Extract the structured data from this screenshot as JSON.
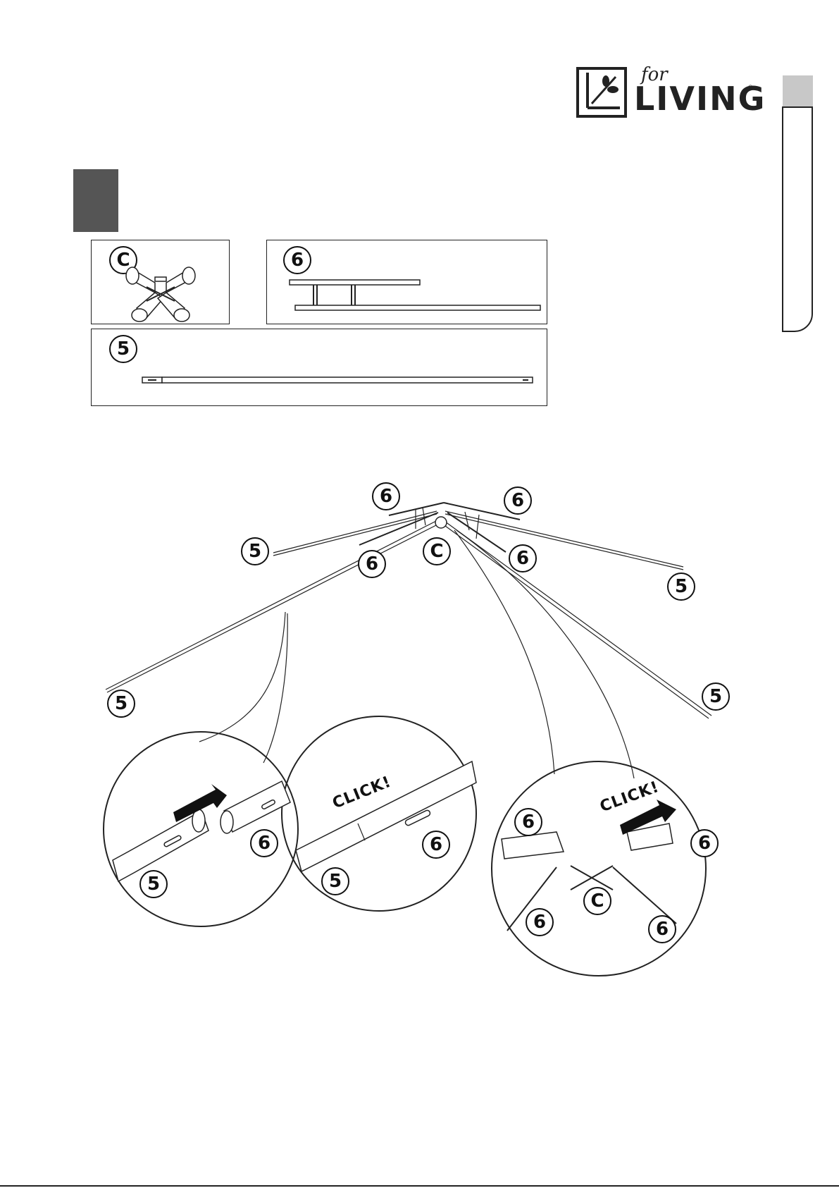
{
  "logo": {
    "word": "LIVING",
    "small": "for",
    "mark": "®"
  },
  "parts": {
    "connector": "C",
    "pole_short": "6",
    "pole_long": "5"
  },
  "overview_labels": [
    "6",
    "6",
    "5",
    "6",
    "C",
    "6",
    "5",
    "5",
    "5"
  ],
  "detail_left": {
    "upper": "6",
    "lower": "5"
  },
  "detail_middle": {
    "click": "CLICK!",
    "upper": "6",
    "lower": "5"
  },
  "detail_right": {
    "click": "CLICK!",
    "top_left": "6",
    "top_right": "6",
    "center": "C",
    "bottom_left": "6",
    "bottom_right": "6"
  }
}
